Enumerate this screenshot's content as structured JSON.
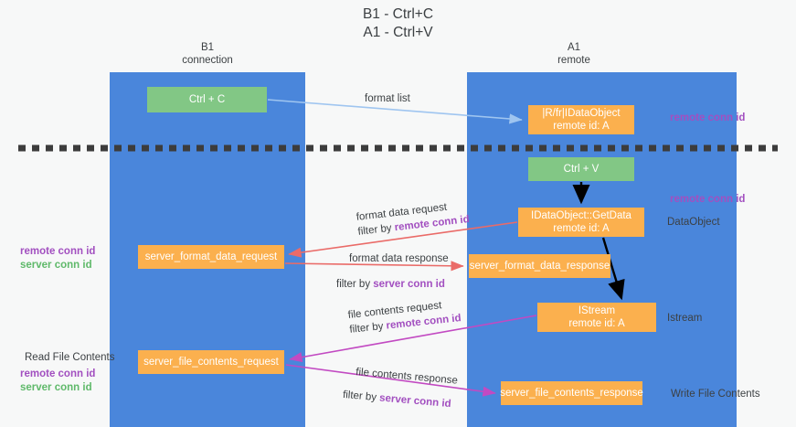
{
  "title": "B1 - Ctrl+C\nA1 - Ctrl+V",
  "lanes": [
    {
      "name": "b1",
      "header": "B1\nconnection"
    },
    {
      "name": "a1",
      "header": "A1\nremote"
    }
  ],
  "nodes": {
    "ctrl_c": "Ctrl + C",
    "idataobject": "|R/fr|IDataObject\nremote id: A",
    "ctrl_v": "Ctrl + V",
    "getdata": "IDataObject::GetData\nremote id: A",
    "server_format_data_request": "server_format_data_request",
    "server_format_data_response": "server_format_data_response",
    "istream": "IStream\nremote id: A",
    "server_file_contents_request": "server_file_contents_request",
    "server_file_contents_response": "server_file_contents_response"
  },
  "edge_labels": {
    "format_list": "format list",
    "format_data_request": "format data request",
    "format_data_request_filter_prefix": "filter by ",
    "format_data_request_filter_key": "remote conn id",
    "format_data_response": "format data response",
    "format_data_response_filter_prefix": "filter by ",
    "format_data_response_filter_key": "server conn id",
    "file_contents_request": "file contents request",
    "file_contents_request_filter_prefix": "filter by ",
    "file_contents_request_filter_key": "remote conn id",
    "file_contents_response": "file contents response",
    "file_contents_response_filter_prefix": "filter by ",
    "file_contents_response_filter_key": "server conn id"
  },
  "annotations": {
    "remote_conn_id_top": "remote conn id",
    "remote_conn_id_mid": "remote conn id",
    "dataobject": "DataObject",
    "istream": "Istream",
    "write_file_contents": "Write File Contents",
    "read_file_contents": "Read File Contents",
    "left_mid_remote": "remote conn id",
    "left_mid_server": "server conn id",
    "left_bot_remote": "remote conn id",
    "left_bot_server": "server conn id"
  },
  "colors": {
    "lane": "#4a86db",
    "green_node": "#82c785",
    "orange_node": "#fbb04e",
    "purple_text": "#a24fc0",
    "green_text": "#5fb96a",
    "red_arrow": "#ea6b68",
    "blue_arrow": "#9fc5f0",
    "magenta_arrow": "#c24ac2",
    "black_arrow": "#000000",
    "divider": "#3c3c3c",
    "background": "#f7f8f8"
  }
}
